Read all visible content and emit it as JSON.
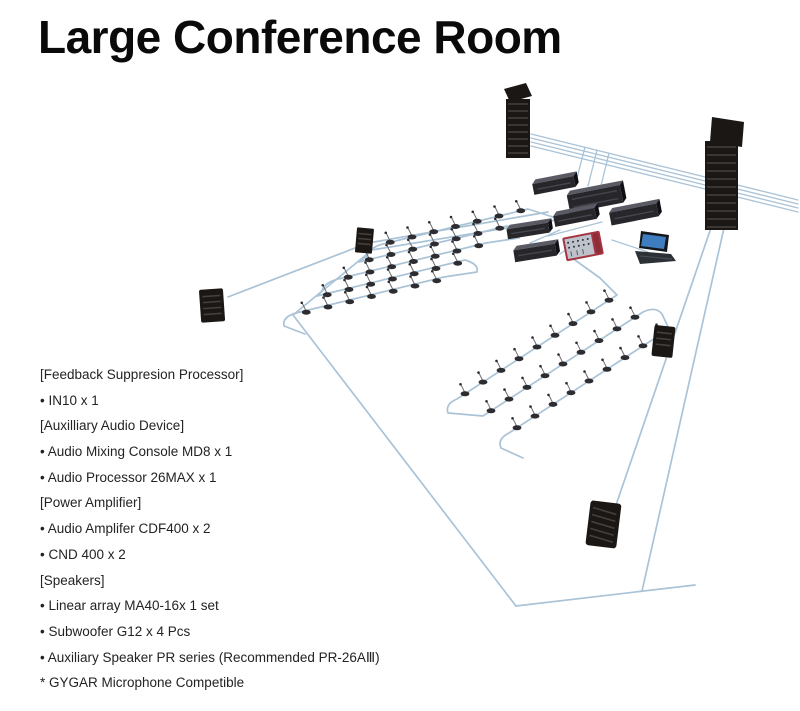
{
  "title": "Large Conference Room",
  "equipment_list": {
    "items": [
      "[Feedback Suppresion Processor]",
      "• IN10 x 1",
      "[Auxilliary Audio Device]",
      "• Audio Mixing Console MD8 x 1",
      "• Audio Processor 26MAX x 1",
      "[Power Amplifier]",
      "• Audio Amplifer CDF400 x 2",
      "• CND 400 x 2",
      "[Speakers]",
      "• Linear array MA40-16x 1 set",
      "• Subwoofer G12 x 4 Pcs",
      "• Auxiliary Speaker PR series (Recommended PR-26AⅢ)",
      "* GYGAR Microphone Competible"
    ]
  },
  "diagram": {
    "icons": [
      "line-array-speaker-icon",
      "wall-speaker-icon",
      "subwoofer-icon",
      "rack-amplifier-icon",
      "audio-processor-icon",
      "mixing-console-icon",
      "laptop-icon",
      "delegate-mic-icon",
      "cable-run"
    ],
    "microphone_blocks": {
      "left_rows": 5,
      "left_mics_per_row": 7,
      "right_rows": 3,
      "right_mics_per_row": 9
    }
  },
  "colors": {
    "bg": "#ffffff",
    "title": "#0a0a0a",
    "text": "#232323",
    "cable": "#aac3d7",
    "unitBody": "#26262b",
    "unitTop": "#5a5a64",
    "unitSide": "#101014",
    "vent": "#45454d",
    "speaker": "#1b1714",
    "speakerLine": "#45403b",
    "mixerRed": "#a53340",
    "mixerTop": "#bdc2cb",
    "laptopBody": "#2c3136",
    "laptopScreen": "#3d7dc0",
    "micBody": "#2c2c31",
    "micStem": "#6a6a70"
  }
}
